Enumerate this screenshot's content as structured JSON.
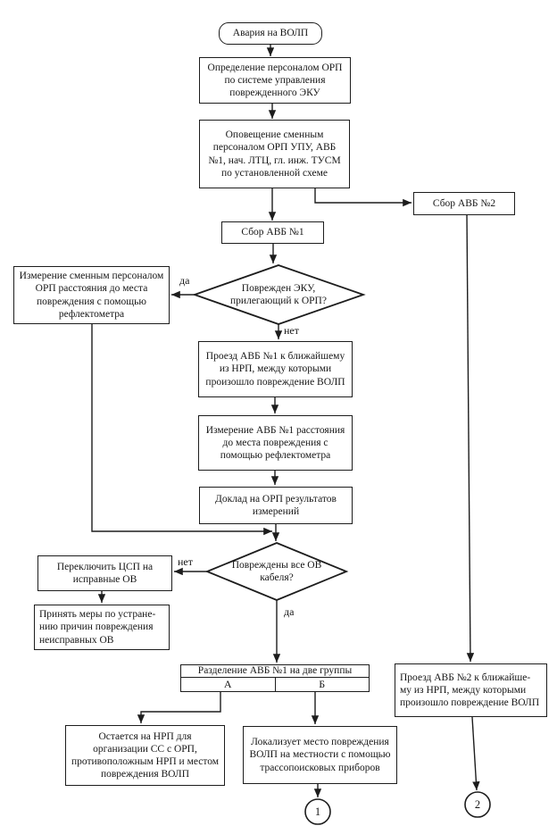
{
  "diagram": {
    "type": "flowchart",
    "language": "ru",
    "colors": {
      "ink": "#1d1d1d",
      "paper": "#ffffff"
    },
    "nodes": {
      "start": "Авария на ВОЛП",
      "identify": "Определение персоналом ОРП по системе управления поврежденного ЭКУ",
      "notify": "Оповещение сменным персоналом ОРП УПУ, АВБ №1, нач. ЛТЦ, гл. инж. ТУСМ по установленной схеме",
      "gather_avb2": "Сбор АВБ №2",
      "gather_avb1": "Сбор АВБ №1",
      "decision_eku": "Поврежден ЭКУ, прилегающий к ОРП?",
      "measure_orp": "Измерение сменным персоналом ОРП расстояния до места повреждения с помощью рефлектометра",
      "drive_avb1": "Проезд АВБ №1 к ближайшему из НРП, между которыми произошло повреждение ВОЛП",
      "measure_avb1": "Измерение АВБ №1 расстояния до места повреждения с помощью рефлектометра",
      "report_orp": "Доклад на ОРП результатов измерений",
      "decision_ov": "Повреждены все ОВ кабеля?",
      "switch_csp": "Переключить ЦСП на исправные ОВ",
      "fix_ov": "Принять меры по устране-нию причин повреждения неисправных ОВ",
      "split_title": "Разделение АВБ №1 на две группы",
      "group_a": "А",
      "group_b": "Б",
      "stay_nrp": "Остается на НРП для организации СС с ОРП, противоположным НРП и местом повреждения ВОЛП",
      "localize": "Локализует место повреждения ВОЛП на местности с помощью трассопоисковых приборов",
      "drive_avb2": "Проезд АВБ №2 к ближайше-му из НРП, между которыми произошло повреждение ВОЛП",
      "conn1": "1",
      "conn2": "2"
    },
    "labels": {
      "yes_eku": "да",
      "no_eku": "нет",
      "no_ov": "нет",
      "yes_ov": "да"
    }
  }
}
